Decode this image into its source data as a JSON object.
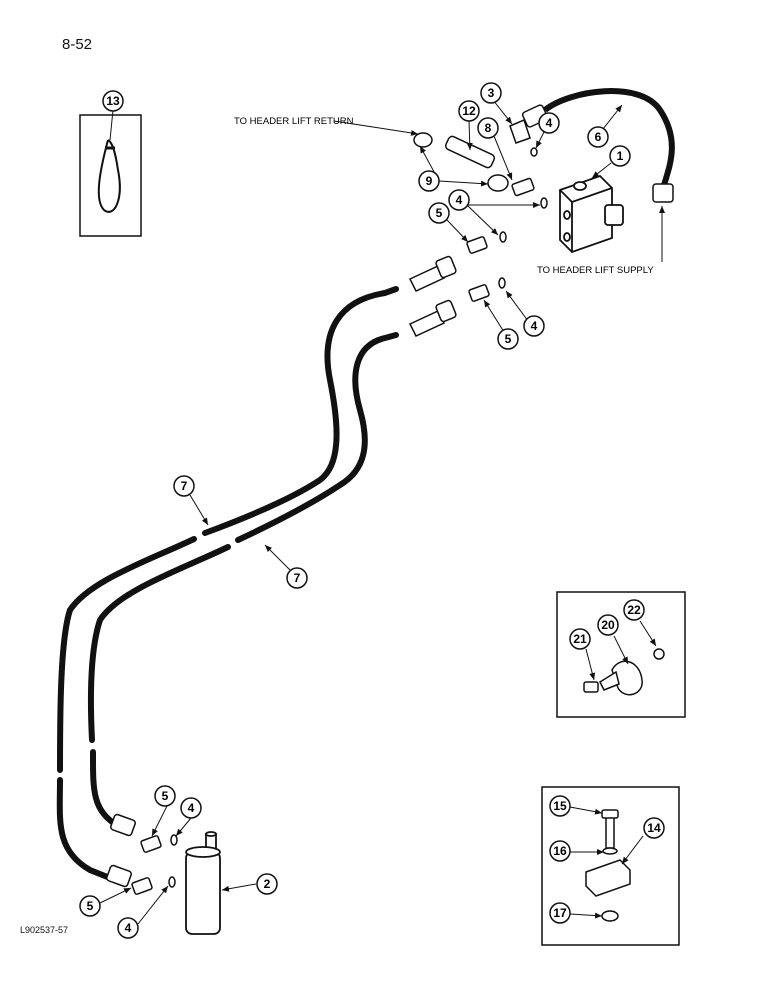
{
  "page": {
    "number": "8-52",
    "figure_code": "L902537-57"
  },
  "notes": {
    "header_lift_return": "TO HEADER LIFT RETURN",
    "header_lift_supply": "TO HEADER LIFT SUPPLY"
  },
  "callouts": {
    "c1": "1",
    "c2": "2",
    "c3": "3",
    "c4a": "4",
    "c4b": "4",
    "c4c": "4",
    "c4d": "4",
    "c4e": "4",
    "c5a": "5",
    "c5b": "5",
    "c5c": "5",
    "c5d": "5",
    "c6": "6",
    "c7a": "7",
    "c7b": "7",
    "c8": "8",
    "c9": "9",
    "c12": "12",
    "c13": "13",
    "c14": "14",
    "c15": "15",
    "c16": "16",
    "c17": "17",
    "c20": "20",
    "c21": "21",
    "c22": "22"
  },
  "colors": {
    "ink": "#111111",
    "paper": "#ffffff"
  }
}
